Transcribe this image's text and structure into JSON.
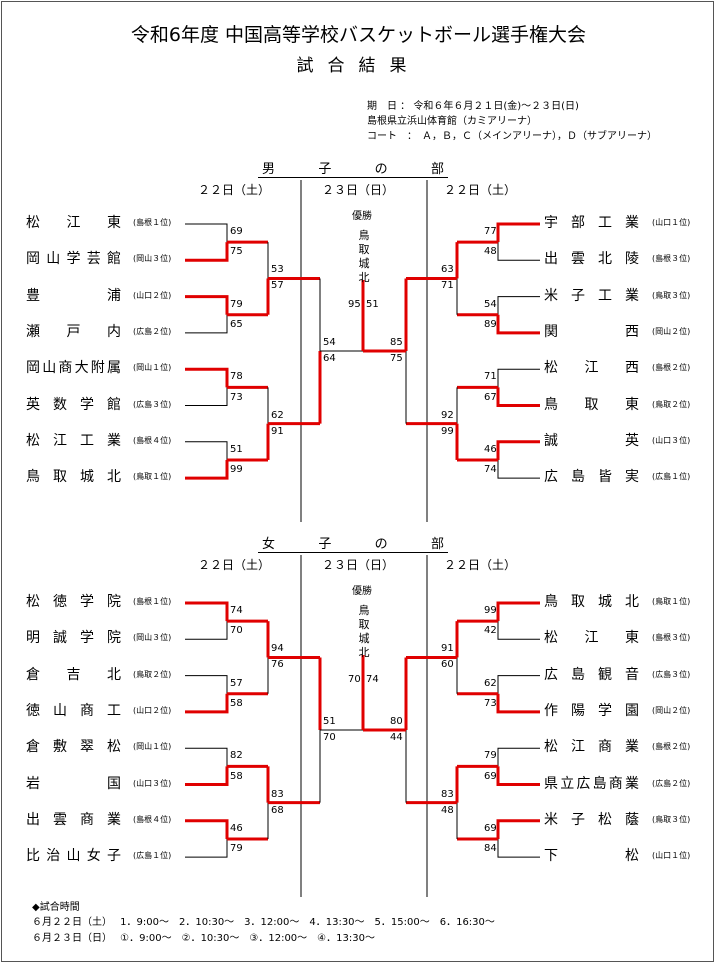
{
  "title": "令和6年度 中国高等学校バスケットボール選手権大会",
  "subtitle": "試合結果",
  "info": [
    "期　日 ： 令和６年６月２１日(金)～２３日(日)",
    "島根県立浜山体育館（カミアリーナ）",
    "コート　：　Ａ，Ｂ，Ｃ（メインアリーナ），Ｄ（サブアリーナ）"
  ],
  "day_left": "２２日（土）",
  "day_mid": "２３日（日）",
  "day_right": "２２日（土）",
  "champion_label": "優勝",
  "men": {
    "heading": [
      "男",
      "子",
      "の",
      "部"
    ],
    "champion": [
      "鳥",
      "取",
      "城",
      "北"
    ],
    "left": [
      {
        "name": "松江東",
        "seed": "(島根１位)"
      },
      {
        "name": "岡山学芸館",
        "seed": "(岡山３位)"
      },
      {
        "name": "豊浦",
        "seed": "(山口２位)"
      },
      {
        "name": "瀬戸内",
        "seed": "(広島２位)"
      },
      {
        "name": "岡山商大附属",
        "seed": "(岡山１位)"
      },
      {
        "name": "英数学館",
        "seed": "(広島３位)"
      },
      {
        "name": "松江工業",
        "seed": "(島根４位)"
      },
      {
        "name": "鳥取城北",
        "seed": "(鳥取１位)"
      }
    ],
    "right": [
      {
        "name": "宇部工業",
        "seed": "(山口１位)"
      },
      {
        "name": "出雲北陵",
        "seed": "(島根３位)"
      },
      {
        "name": "米子工業",
        "seed": "(鳥取３位)"
      },
      {
        "name": "関西",
        "seed": "(岡山２位)"
      },
      {
        "name": "松江西",
        "seed": "(島根２位)"
      },
      {
        "name": "鳥取東",
        "seed": "(鳥取２位)"
      },
      {
        "name": "誠英",
        "seed": "(山口３位)"
      },
      {
        "name": "広島皆実",
        "seed": "(広島１位)"
      }
    ],
    "scores": {
      "l1": [
        "69",
        "75",
        "79",
        "65",
        "78",
        "73",
        "51",
        "99"
      ],
      "l2": [
        "53",
        "57",
        "62",
        "91"
      ],
      "l3": [
        "54",
        "64"
      ],
      "final": [
        "95",
        "51"
      ],
      "r3": [
        "85",
        "75"
      ],
      "r2": [
        "63",
        "71",
        "92",
        "99"
      ],
      "r1": [
        "77",
        "48",
        "54",
        "89",
        "71",
        "67",
        "46",
        "74"
      ]
    }
  },
  "women": {
    "heading": [
      "女",
      "子",
      "の",
      "部"
    ],
    "champion": [
      "鳥",
      "取",
      "城",
      "北"
    ],
    "left": [
      {
        "name": "松徳学院",
        "seed": "(島根１位)"
      },
      {
        "name": "明誠学院",
        "seed": "(岡山３位)"
      },
      {
        "name": "倉吉北",
        "seed": "(鳥取２位)"
      },
      {
        "name": "徳山商工",
        "seed": "(山口２位)"
      },
      {
        "name": "倉敷翠松",
        "seed": "(岡山１位)"
      },
      {
        "name": "岩国",
        "seed": "(山口３位)"
      },
      {
        "name": "出雲商業",
        "seed": "(島根４位)"
      },
      {
        "name": "比治山女子",
        "seed": "(広島１位)"
      }
    ],
    "right": [
      {
        "name": "鳥取城北",
        "seed": "(鳥取１位)"
      },
      {
        "name": "松江東",
        "seed": "(島根３位)"
      },
      {
        "name": "広島観音",
        "seed": "(広島３位)"
      },
      {
        "name": "作陽学園",
        "seed": "(岡山２位)"
      },
      {
        "name": "松江商業",
        "seed": "(島根２位)"
      },
      {
        "name": "県立広島商業",
        "seed": "(広島２位)"
      },
      {
        "name": "米子松蔭",
        "seed": "(鳥取３位)"
      },
      {
        "name": "下松",
        "seed": "(山口１位)"
      }
    ],
    "scores": {
      "l1": [
        "74",
        "70",
        "57",
        "58",
        "82",
        "58",
        "46",
        "79"
      ],
      "l2": [
        "94",
        "76",
        "83",
        "68"
      ],
      "l3": [
        "51",
        "70"
      ],
      "final": [
        "70",
        "74"
      ],
      "r3": [
        "80",
        "44"
      ],
      "r2": [
        "91",
        "60",
        "83",
        "48"
      ],
      "r1": [
        "99",
        "42",
        "62",
        "73",
        "79",
        "69",
        "69",
        "84"
      ]
    }
  },
  "schedule": {
    "heading": "◆試合時間",
    "day1": "６月２２日（土）　 1．9:00～　2．10:30～　3．12:00～　4．13:30～　5．15:00～　6．16:30～",
    "day2": "６月２３日（日）　 ①．9:00～　②．10:30～　③．12:00～　④．13:30～"
  },
  "colors": {
    "win": "#e00000",
    "line": "#000000"
  }
}
